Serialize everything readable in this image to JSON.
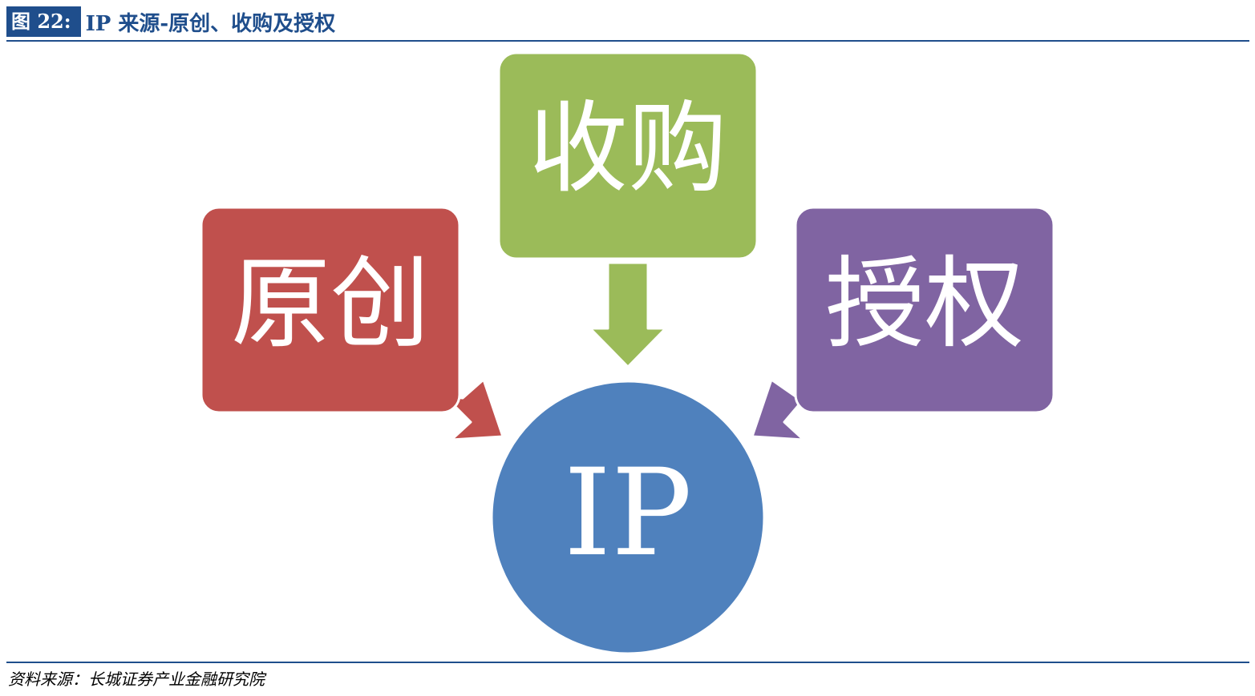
{
  "figure": {
    "label": "图 22:",
    "title": "IP 来源-原创、收购及授权"
  },
  "diagram": {
    "center": {
      "label": "IP",
      "color": "#4f81bd"
    },
    "sources": [
      {
        "label": "原创",
        "color": "#c0504d"
      },
      {
        "label": "收购",
        "color": "#9bbb59"
      },
      {
        "label": "授权",
        "color": "#8064a2"
      }
    ]
  },
  "footer": {
    "source": "资料来源：长城证券产业金融研究院"
  },
  "colors": {
    "header_blue": "#1f4e8c"
  }
}
